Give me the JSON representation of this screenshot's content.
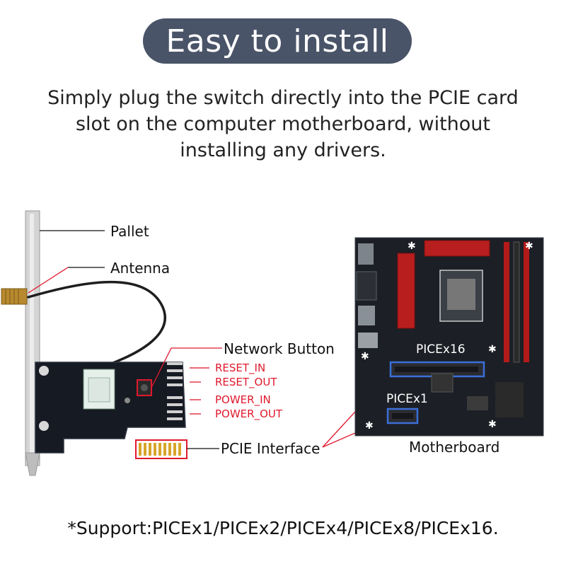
{
  "title": "Easy to install",
  "subtitle": [
    "Simply plug the switch directly into the PCIE card",
    "slot on the computer motherboard,  without",
    "installing any drivers."
  ],
  "card_labels": {
    "pallet": "Pallet",
    "antenna": "Antenna",
    "network_button": "Network Button",
    "pcie_interface": "PCIE Interface"
  },
  "pin_labels": [
    "RESET_IN",
    "RESET_OUT",
    "POWER_IN",
    "POWER_OUT"
  ],
  "motherboard": {
    "label": "Motherboard",
    "slot_x16": "PICEx16",
    "slot_x1": "PICEx1"
  },
  "footer": "*Support:PICEx1/PICEx2/PICEx4/PICEx8/PICEx16.",
  "colors": {
    "pill": "#4a5468",
    "callout": "#e0192d",
    "slot_highlight": "#3a6fd8"
  }
}
